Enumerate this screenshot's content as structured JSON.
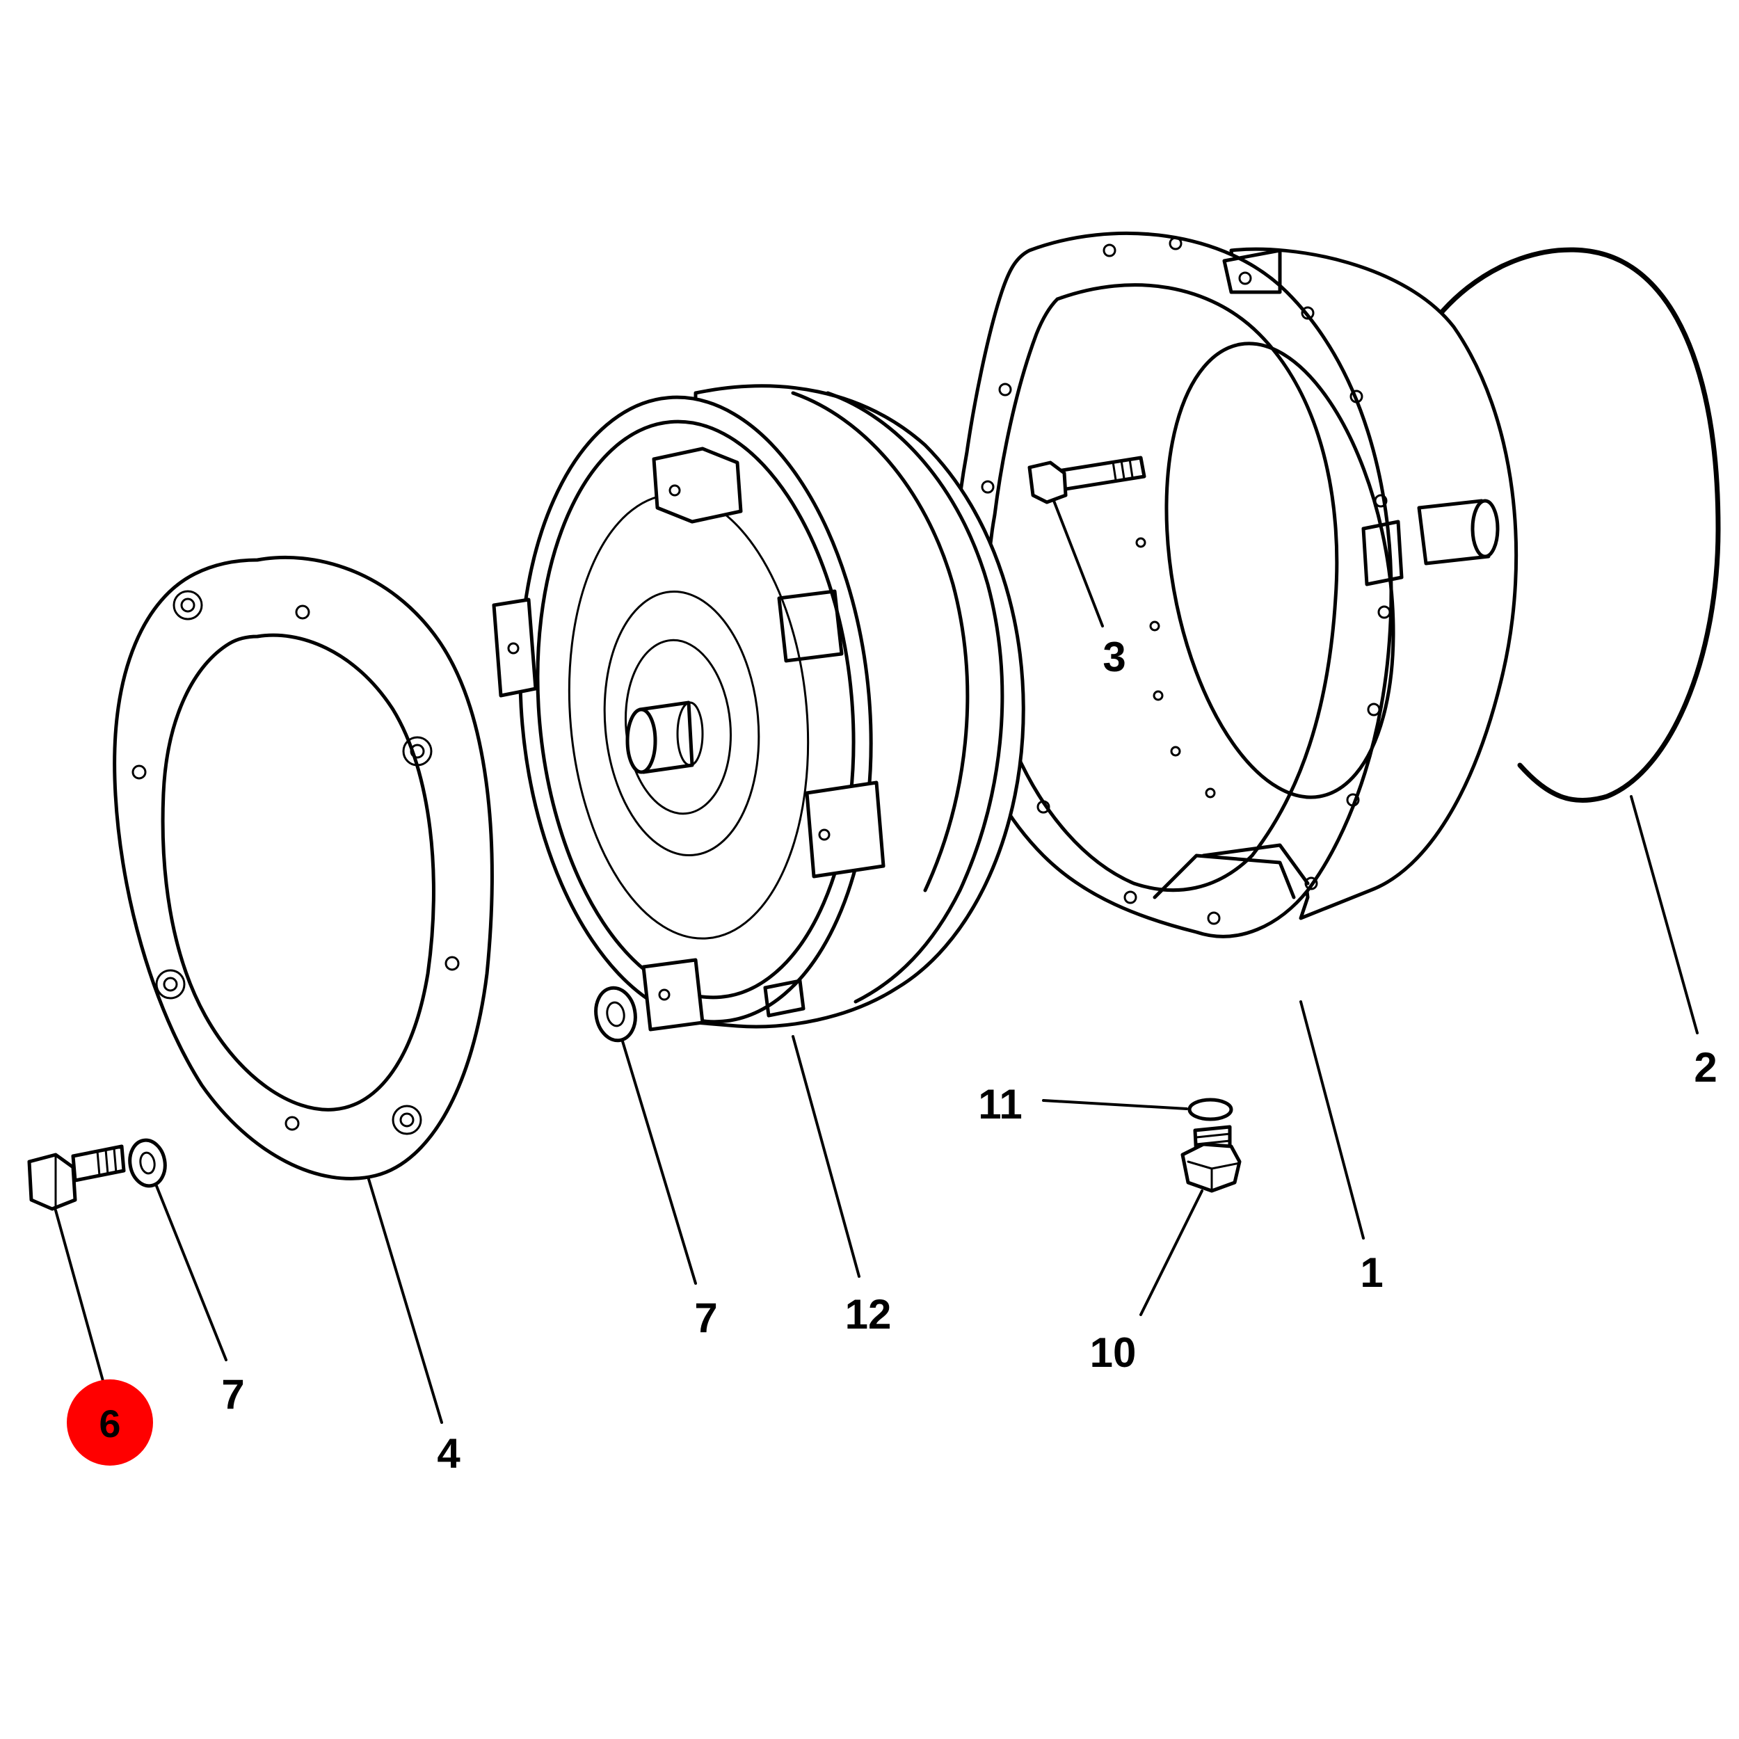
{
  "highlight_color": "#ff0000",
  "line_color": "#000000",
  "background_color": "#ffffff",
  "callouts": {
    "housing": "1",
    "o_ring": "2",
    "housing_bolt": "3",
    "plate": "4",
    "highlighted_bolt": "6",
    "washer_left": "7",
    "washer_center": "7",
    "drain_plug": "10",
    "plug_seal": "11",
    "torque_converter": "12"
  }
}
